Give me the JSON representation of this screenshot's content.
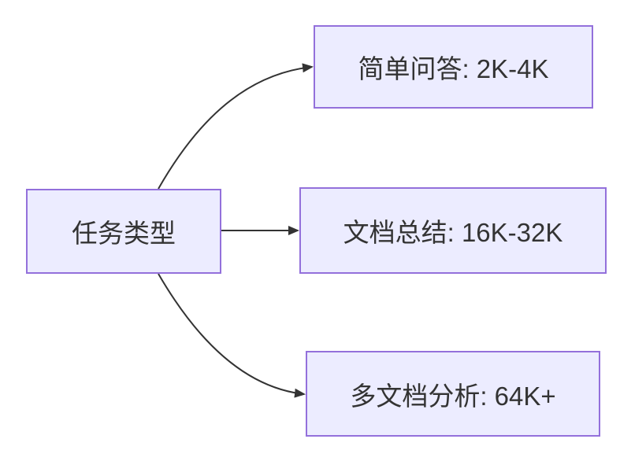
{
  "diagram": {
    "type": "flowchart",
    "direction": "left-to-right",
    "root": {
      "id": "task-type",
      "label": "任务类型"
    },
    "branches": [
      {
        "id": "simple-qa",
        "label": "简单问答: 2K-4K"
      },
      {
        "id": "doc-summary",
        "label": "文档总结: 16K-32K"
      },
      {
        "id": "multi-doc-analysis",
        "label": "多文档分析: 64K+"
      }
    ],
    "edges": [
      {
        "from": "task-type",
        "to": "simple-qa"
      },
      {
        "from": "task-type",
        "to": "doc-summary"
      },
      {
        "from": "task-type",
        "to": "multi-doc-analysis"
      }
    ],
    "colors": {
      "node_fill": "#ECECFF",
      "node_border": "#9370DB",
      "arrow": "#333333",
      "text": "#333333",
      "background": "#FFFFFF"
    }
  }
}
